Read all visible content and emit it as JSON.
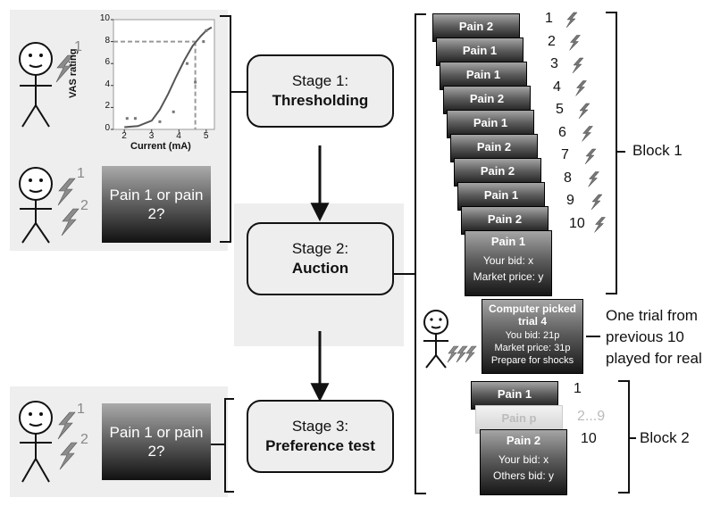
{
  "stages": [
    {
      "line1": "Stage 1:",
      "line2": "Thresholding"
    },
    {
      "line1": "Stage 2:",
      "line2": "Auction"
    },
    {
      "line1": "Stage 3:",
      "line2": "Preference test"
    }
  ],
  "question_label": "Pain 1 or pain 2?",
  "mini_chart": {
    "ylabel": "VAS rating",
    "xlabel": "Current (mA)",
    "x_ticks": [
      "2",
      "3",
      "4",
      "5"
    ],
    "y_ticks": [
      "0",
      "2",
      "4",
      "6",
      "8",
      "10"
    ]
  },
  "chart_data": {
    "type": "scatter",
    "xlabel": "Current (mA)",
    "ylabel": "VAS rating",
    "xlim": [
      1.6,
      5.3
    ],
    "ylim": [
      0,
      10
    ],
    "x": [
      2.1,
      2.4,
      3.3,
      3.8,
      4.3,
      4.6,
      4.9,
      5.0
    ],
    "y": [
      1,
      1,
      0.7,
      1.6,
      6.0,
      4.3,
      8.0,
      9.0
    ],
    "fit_x": [
      2.0,
      2.5,
      3.0,
      3.3,
      3.6,
      3.9,
      4.2,
      4.5,
      4.8,
      5.0,
      5.2
    ],
    "fit_y": [
      0.2,
      0.3,
      0.8,
      1.8,
      3.2,
      4.8,
      6.3,
      7.6,
      8.5,
      9.0,
      9.3
    ],
    "reference_y": 8,
    "reference_x": 4.6
  },
  "shock_numbers": {
    "one": "1",
    "two": "2"
  },
  "cards": [
    "Pain 2",
    "Pain 1",
    "Pain 1",
    "Pain 2",
    "Pain 1",
    "Pain 2",
    "Pain 2",
    "Pain 1",
    "Pain 2",
    "Pain 1"
  ],
  "trial_numbers": [
    "1",
    "2",
    "3",
    "4",
    "5",
    "6",
    "7",
    "8",
    "9",
    "10"
  ],
  "last_card": {
    "bid": "Your bid: x",
    "market": "Market price: y"
  },
  "block1_label": "Block 1",
  "computer_card": {
    "title": "Computer picked trial 4",
    "bid": "You bid: 21p",
    "market": "Market price: 31p",
    "prepare": "Prepare for shocks"
  },
  "one_trial_label": {
    "l1": "One trial from",
    "l2": "previous 10",
    "l3": "played for real"
  },
  "block2": {
    "card1": "Pain 1",
    "card_mid": "Pain p",
    "card_last": "Pain 2",
    "n1": "1",
    "n_mid": "2...9",
    "n_last": "10",
    "bid": "Your bid: x",
    "others": "Others bid: y",
    "label": "Block 2"
  }
}
